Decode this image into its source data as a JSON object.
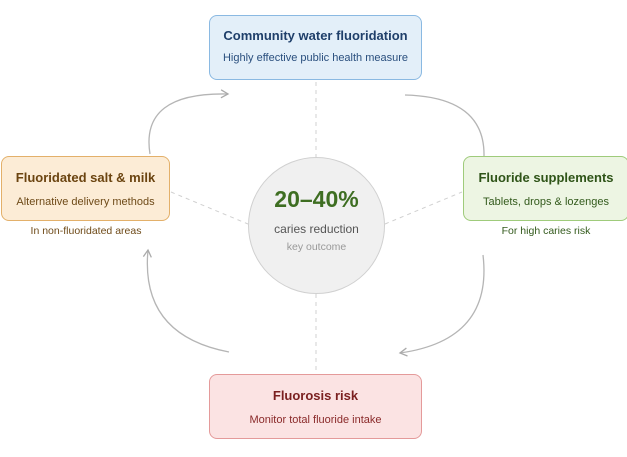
{
  "center": {
    "value": "20–40%",
    "label": "caries reduction",
    "sublabel": "key outcome"
  },
  "nodes": {
    "top": {
      "title": "Community water fluoridation",
      "subtitle": "Highly effective public health measure"
    },
    "left": {
      "title": "Fluoridated salt & milk",
      "subtitle": "Alternative delivery methods",
      "note": "In non-fluoridated areas"
    },
    "right": {
      "title": "Fluoride supplements",
      "subtitle": "Tablets, drops & lozenges",
      "note": "For high caries risk"
    },
    "bottom": {
      "title": "Fluorosis risk",
      "subtitle": "Monitor total fluoride intake"
    }
  },
  "colors": {
    "top": "#8ab9e2",
    "left": "#e3b06a",
    "right": "#9fcb7b",
    "bottom": "#e49a9a",
    "accent": "#3e6e22"
  }
}
